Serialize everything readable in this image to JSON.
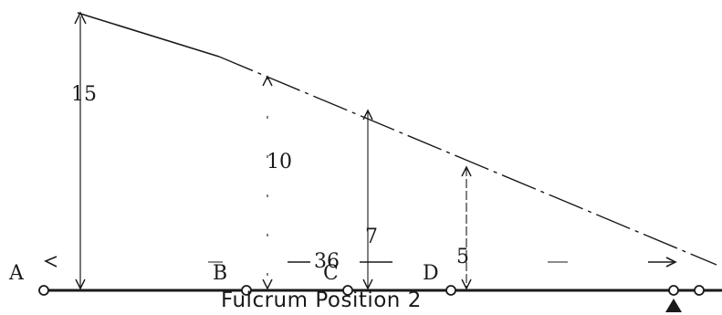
{
  "diagram": {
    "points": [
      "A",
      "B",
      "C",
      "D"
    ],
    "heights": [
      "15",
      "10",
      "7",
      "5"
    ],
    "span": "36",
    "caption": "Fulcrum Position 2",
    "colors": {
      "ink": "#1a1a1a",
      "background": "#ffffff"
    }
  }
}
